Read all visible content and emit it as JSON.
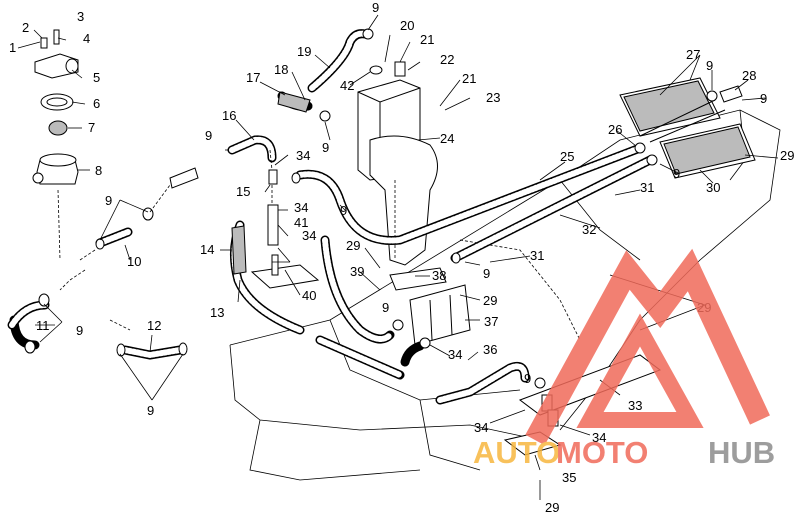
{
  "callouts": [
    {
      "id": "c1",
      "text": "1"
    },
    {
      "id": "c2",
      "text": "2"
    },
    {
      "id": "c3",
      "text": "3"
    },
    {
      "id": "c4",
      "text": "4"
    },
    {
      "id": "c5",
      "text": "5"
    },
    {
      "id": "c6",
      "text": "6"
    },
    {
      "id": "c7",
      "text": "7"
    },
    {
      "id": "c8",
      "text": "8"
    },
    {
      "id": "c9a",
      "text": "9"
    },
    {
      "id": "c9b",
      "text": "9"
    },
    {
      "id": "c9c",
      "text": "9"
    },
    {
      "id": "c9d",
      "text": "9"
    },
    {
      "id": "c9e",
      "text": "9"
    },
    {
      "id": "c9f",
      "text": "9"
    },
    {
      "id": "c9g",
      "text": "9"
    },
    {
      "id": "c9h",
      "text": "9"
    },
    {
      "id": "c9i",
      "text": "9"
    },
    {
      "id": "c9j",
      "text": "9"
    },
    {
      "id": "c9k",
      "text": "9"
    },
    {
      "id": "c9l",
      "text": "9"
    },
    {
      "id": "c9m",
      "text": "9"
    },
    {
      "id": "c10",
      "text": "10"
    },
    {
      "id": "c11",
      "text": "11"
    },
    {
      "id": "c12",
      "text": "12"
    },
    {
      "id": "c13",
      "text": "13"
    },
    {
      "id": "c14",
      "text": "14"
    },
    {
      "id": "c15",
      "text": "15"
    },
    {
      "id": "c16",
      "text": "16"
    },
    {
      "id": "c17",
      "text": "17"
    },
    {
      "id": "c18",
      "text": "18"
    },
    {
      "id": "c19",
      "text": "19"
    },
    {
      "id": "c20",
      "text": "20"
    },
    {
      "id": "c21a",
      "text": "21"
    },
    {
      "id": "c21b",
      "text": "21"
    },
    {
      "id": "c22",
      "text": "22"
    },
    {
      "id": "c23",
      "text": "23"
    },
    {
      "id": "c24",
      "text": "24"
    },
    {
      "id": "c25",
      "text": "25"
    },
    {
      "id": "c26",
      "text": "26"
    },
    {
      "id": "c27",
      "text": "27"
    },
    {
      "id": "c28",
      "text": "28"
    },
    {
      "id": "c29a",
      "text": "29"
    },
    {
      "id": "c29b",
      "text": "29"
    },
    {
      "id": "c29c",
      "text": "29"
    },
    {
      "id": "c29d",
      "text": "29"
    },
    {
      "id": "c29e",
      "text": "29"
    },
    {
      "id": "c30",
      "text": "30"
    },
    {
      "id": "c31a",
      "text": "31"
    },
    {
      "id": "c31b",
      "text": "31"
    },
    {
      "id": "c32",
      "text": "32"
    },
    {
      "id": "c33",
      "text": "33"
    },
    {
      "id": "c34a",
      "text": "34"
    },
    {
      "id": "c34b",
      "text": "34"
    },
    {
      "id": "c34c",
      "text": "34"
    },
    {
      "id": "c34d",
      "text": "34"
    },
    {
      "id": "c34e",
      "text": "34"
    },
    {
      "id": "c34f",
      "text": "34"
    },
    {
      "id": "c35",
      "text": "35"
    },
    {
      "id": "c36",
      "text": "36"
    },
    {
      "id": "c37",
      "text": "37"
    },
    {
      "id": "c38",
      "text": "38"
    },
    {
      "id": "c39",
      "text": "39"
    },
    {
      "id": "c40",
      "text": "40"
    },
    {
      "id": "c41",
      "text": "41"
    },
    {
      "id": "c42",
      "text": "42"
    }
  ],
  "watermark": {
    "part1": "AUTO",
    "part2": "MOTO",
    "part3": "HUB",
    "color_red": "#f06a5a",
    "color_orange": "#f7b73f",
    "color_gray": "#8c8c8c"
  }
}
